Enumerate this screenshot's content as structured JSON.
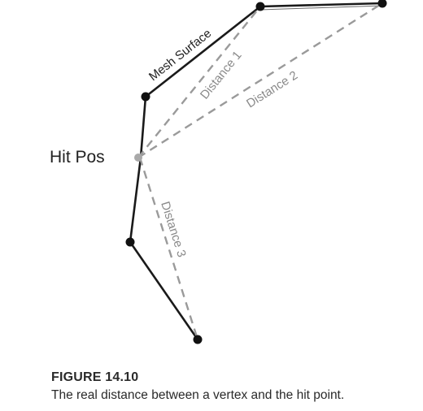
{
  "diagram": {
    "mesh_label": "Mesh Surface",
    "hit_label": "Hit Pos",
    "distance_labels": [
      "Distance 1",
      "Distance 2",
      "Distance 3"
    ],
    "colors": {
      "mesh_line": "#1a1a1a",
      "vertex": "#111111",
      "hit_point": "#a9a9a9",
      "distance_line": "#9a9a9a",
      "distance_label": "#8a8a8a",
      "label": "#222222"
    }
  },
  "caption": {
    "title": "FIGURE 14.10",
    "text": "The real distance between a vertex and the hit point."
  }
}
